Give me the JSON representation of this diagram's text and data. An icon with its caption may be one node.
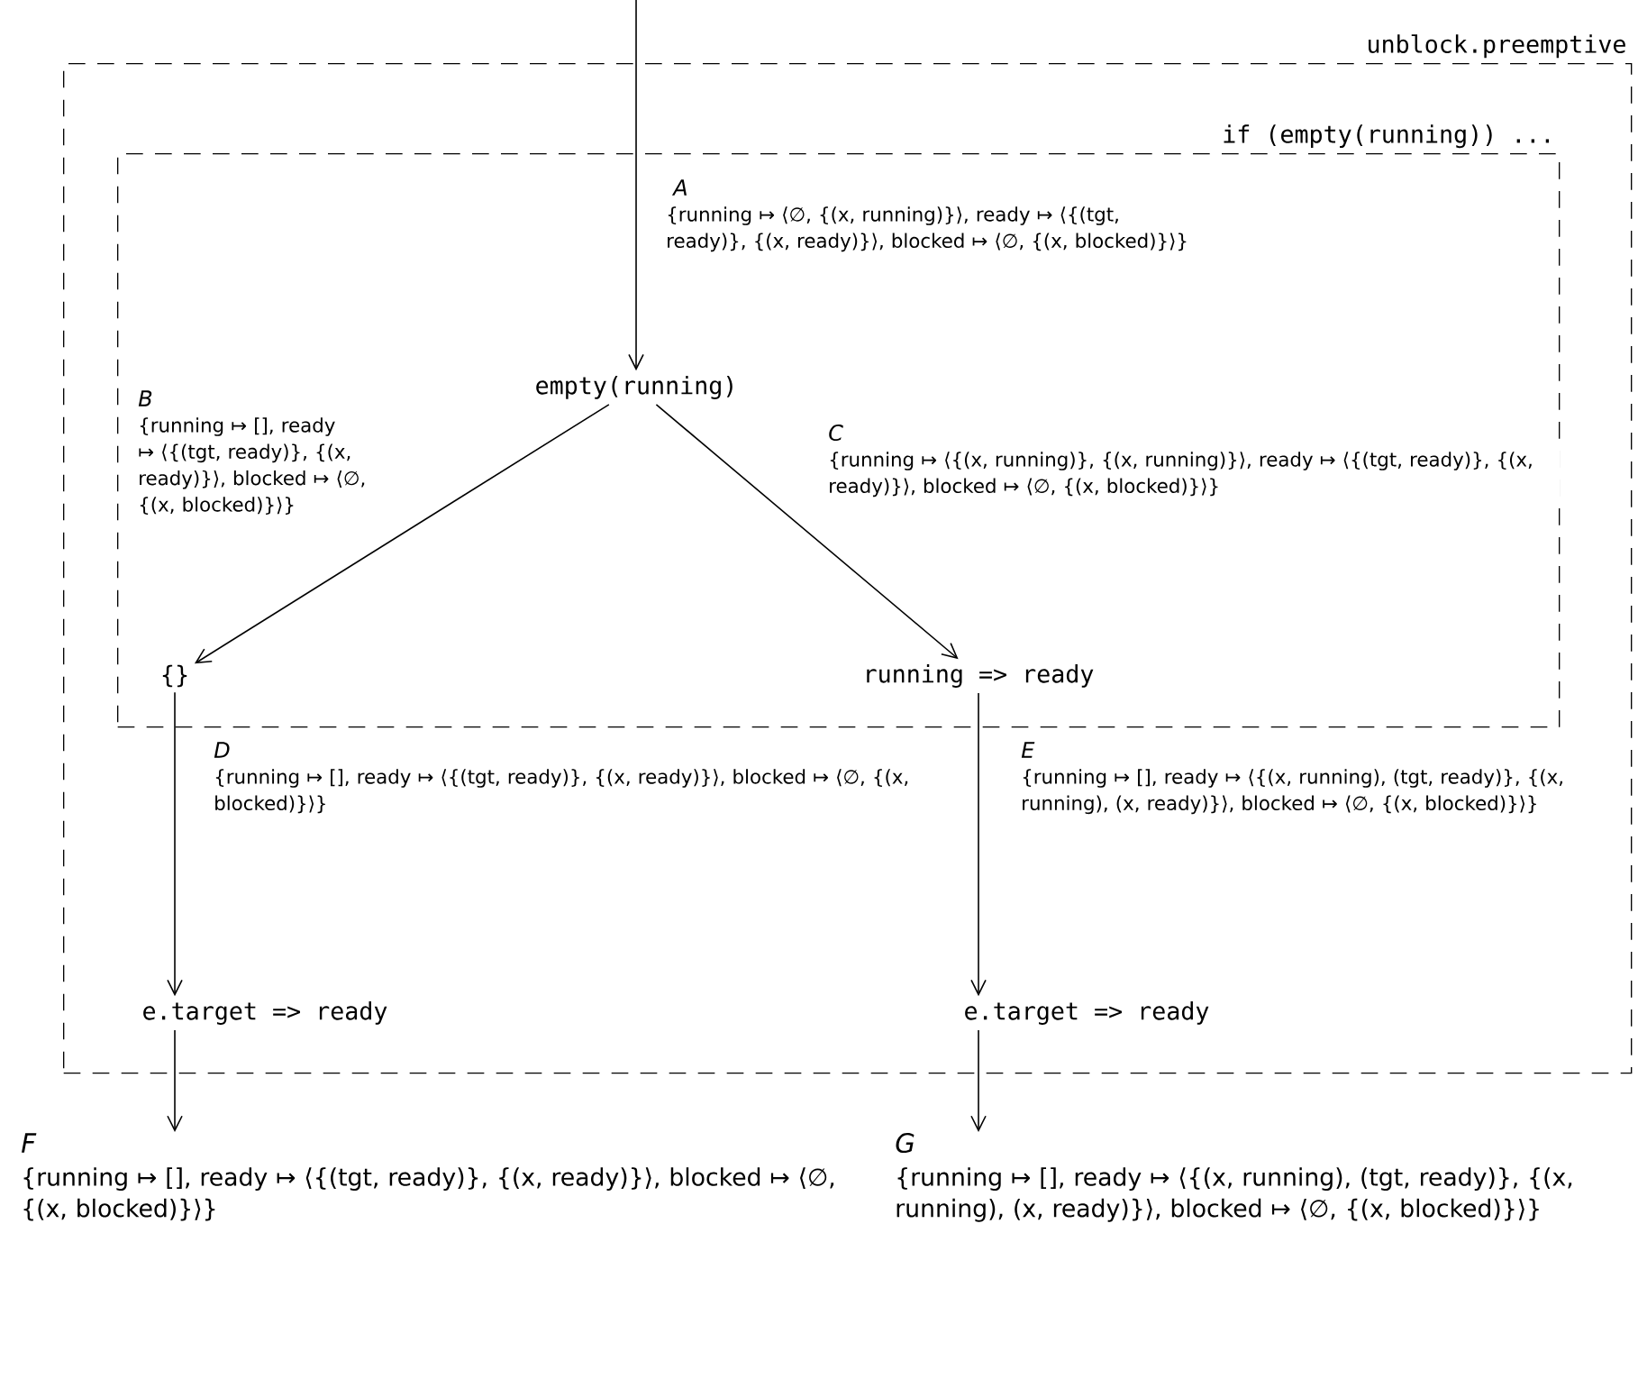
{
  "diagram": {
    "nodes": [
      {
        "text": [
          "unblock.preemptive"
        ]
      },
      {
        "text": [
          "if (empty(running)) ..."
        ],
        "in": 0
      },
      {
        "text": [
          "empty(running)"
        ],
        "in": 1
      },
      {
        "text": [
          "{}"
        ],
        "in": 1
      },
      {
        "text": [
          "running => ready"
        ],
        "in": 1
      },
      {
        "text": [
          "e.target => ready"
        ],
        "in": 0
      },
      {
        "text": [
          "e.target => ready"
        ],
        "in": 0
      }
    ],
    "edges": [
      {
        "from": null,
        "to": 2,
        "arrow": "to",
        "label": "{running ↦ ⟨∅, {(x, running)}⟩, ready ↦ ⟨{(tgt, ready)}, {(x, ready)}⟩, blocked ↦ ⟨∅, {(x, blocked)}⟩}"
      },
      {
        "from": 2,
        "to": 3,
        "arrow": "to",
        "label": "{running ↦ [], ready ↦ ⟨{(tgt, ready)}, {(x, ready)}⟩, blocked ↦ ⟨∅, {(x, blocked)}⟩}"
      },
      {
        "from": 2,
        "to": 4,
        "arrow": "to",
        "label": "{running ↦ ⟨{(x, running)}, {(x, running)}⟩, ready ↦ ⟨{(tgt, ready)}, {(x, ready)}⟩, blocked ↦ ⟨∅, {(x, blocked)}⟩}"
      },
      {
        "from": 3,
        "to": 5,
        "arrow": "to",
        "label": "{running ↦ [], ready ↦ ⟨{(tgt, ready)}, {(x, ready)}⟩, blocked ↦ ⟨∅, {(x, blocked)}⟩}"
      },
      {
        "from": 4,
        "to": 6,
        "arrow": "to",
        "label": "{running ↦ [], ready ↦ ⟨{(x, running), (tgt, ready)}, {(x, running), (x, ready)}⟩, blocked ↦ ⟨∅, {(x, blocked)}⟩}"
      },
      {
        "from": 5,
        "to": null,
        "arrow": "to",
        "label": "{running ↦ [], ready ↦ ⟨{(tgt, ready)}, {(x, ready)}⟩, blocked ↦ ⟨∅, {(x, blocked)}⟩}"
      },
      {
        "from": 6,
        "to": null,
        "arrow": "to",
        "label": "{running ↦ [], ready ↦ ⟨{(x, running), (tgt, ready)}, {(x, running), (x, ready)}⟩, blocked ↦ ⟨∅, {(x, blocked)}⟩}"
      }
    ],
    "labels": [
      "A",
      "B",
      "C",
      "D",
      "E",
      "F",
      "G"
    ]
  }
}
